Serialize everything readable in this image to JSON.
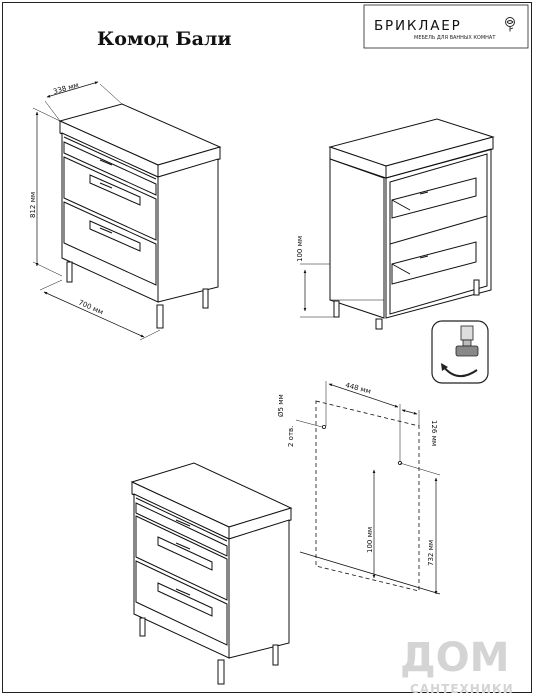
{
  "title": "Комод Бали",
  "brand": {
    "name": "БРИКЛАЕР",
    "tagline": "МЕБЕЛЬ ДЛЯ ВАННЫХ КОМНАТ"
  },
  "dimensions": {
    "depth": "338 мм",
    "height": "812 мм",
    "width": "700 мм",
    "leg_height": "100 мм",
    "hole_spacing": "448 мм",
    "hole_offset": "126 мм",
    "hole_diameter": "Ø5 мм",
    "hole_count": "2 отв.",
    "wall_height_low": "100 мм",
    "wall_height_high": "732 мм"
  },
  "watermark": {
    "line1": "ДОМ",
    "line2": "САНТЕХНИКИ"
  }
}
